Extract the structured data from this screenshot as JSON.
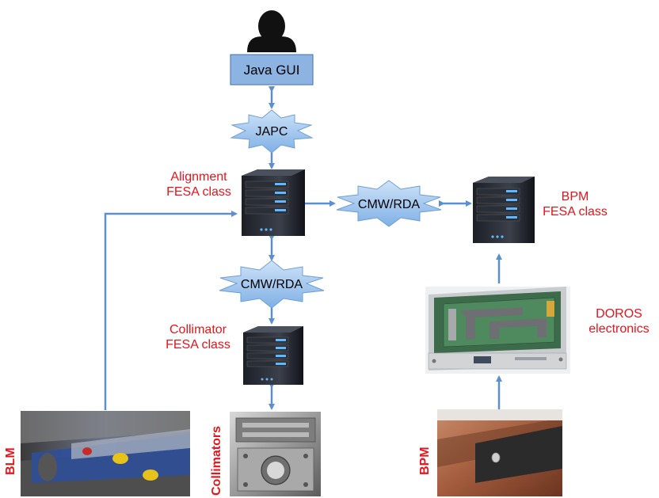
{
  "nodes": {
    "gui": "Java GUI",
    "japc": "JAPC",
    "cmw_top": "CMW/RDA",
    "cmw_mid": "CMW/RDA"
  },
  "labels": {
    "alignment_1": "Alignment",
    "alignment_2": "FESA class",
    "bpm_1": "BPM",
    "bpm_2": "FESA class",
    "collimator_1": "Collimator",
    "collimator_2": "FESA class",
    "doros_1": "DOROS",
    "doros_2": "electronics"
  },
  "photos": {
    "blm": "BLM",
    "collimators": "Collimators",
    "bpm": "BPM"
  },
  "colors": {
    "accent_red": "#e8141b",
    "box_blue": "#8db3e2",
    "arrow_blue": "#5b8fd0"
  }
}
